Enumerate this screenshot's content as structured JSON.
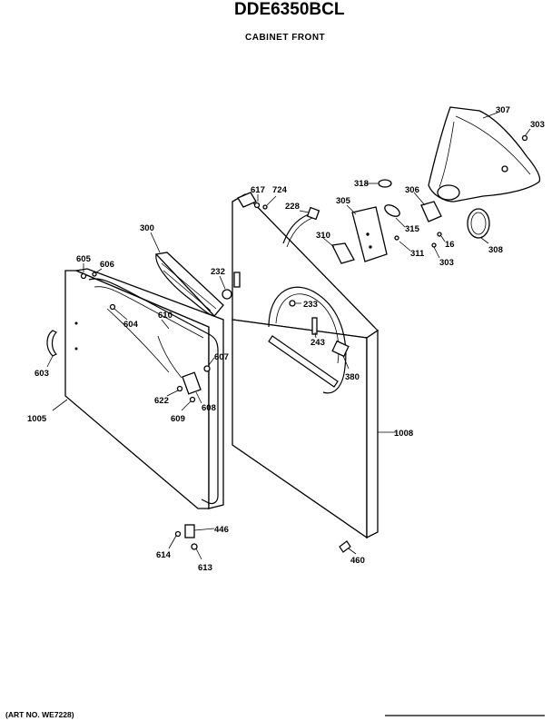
{
  "header": {
    "model": "DDE6350BCL",
    "section": "CABINET FRONT"
  },
  "footer": {
    "art_number": "(ART NO. WE7228)"
  },
  "callouts": {
    "p307": "307",
    "p303a": "303",
    "p318": "318",
    "p306": "306",
    "p305": "305",
    "p315": "315",
    "p308": "308",
    "p310": "310",
    "p311": "311",
    "p303b": "303",
    "p16": "16",
    "p617": "617",
    "p724": "724",
    "p228": "228",
    "p300": "300",
    "p232": "232",
    "p605": "605",
    "p606": "606",
    "p604": "604",
    "p610": "610",
    "p233": "233",
    "p243": "243",
    "p380": "380",
    "p607": "607",
    "p603": "603",
    "p622": "622",
    "p609": "609",
    "p608": "608",
    "p1005": "1005",
    "p1008": "1008",
    "p446": "446",
    "p614": "614",
    "p613": "613",
    "p460": "460"
  }
}
